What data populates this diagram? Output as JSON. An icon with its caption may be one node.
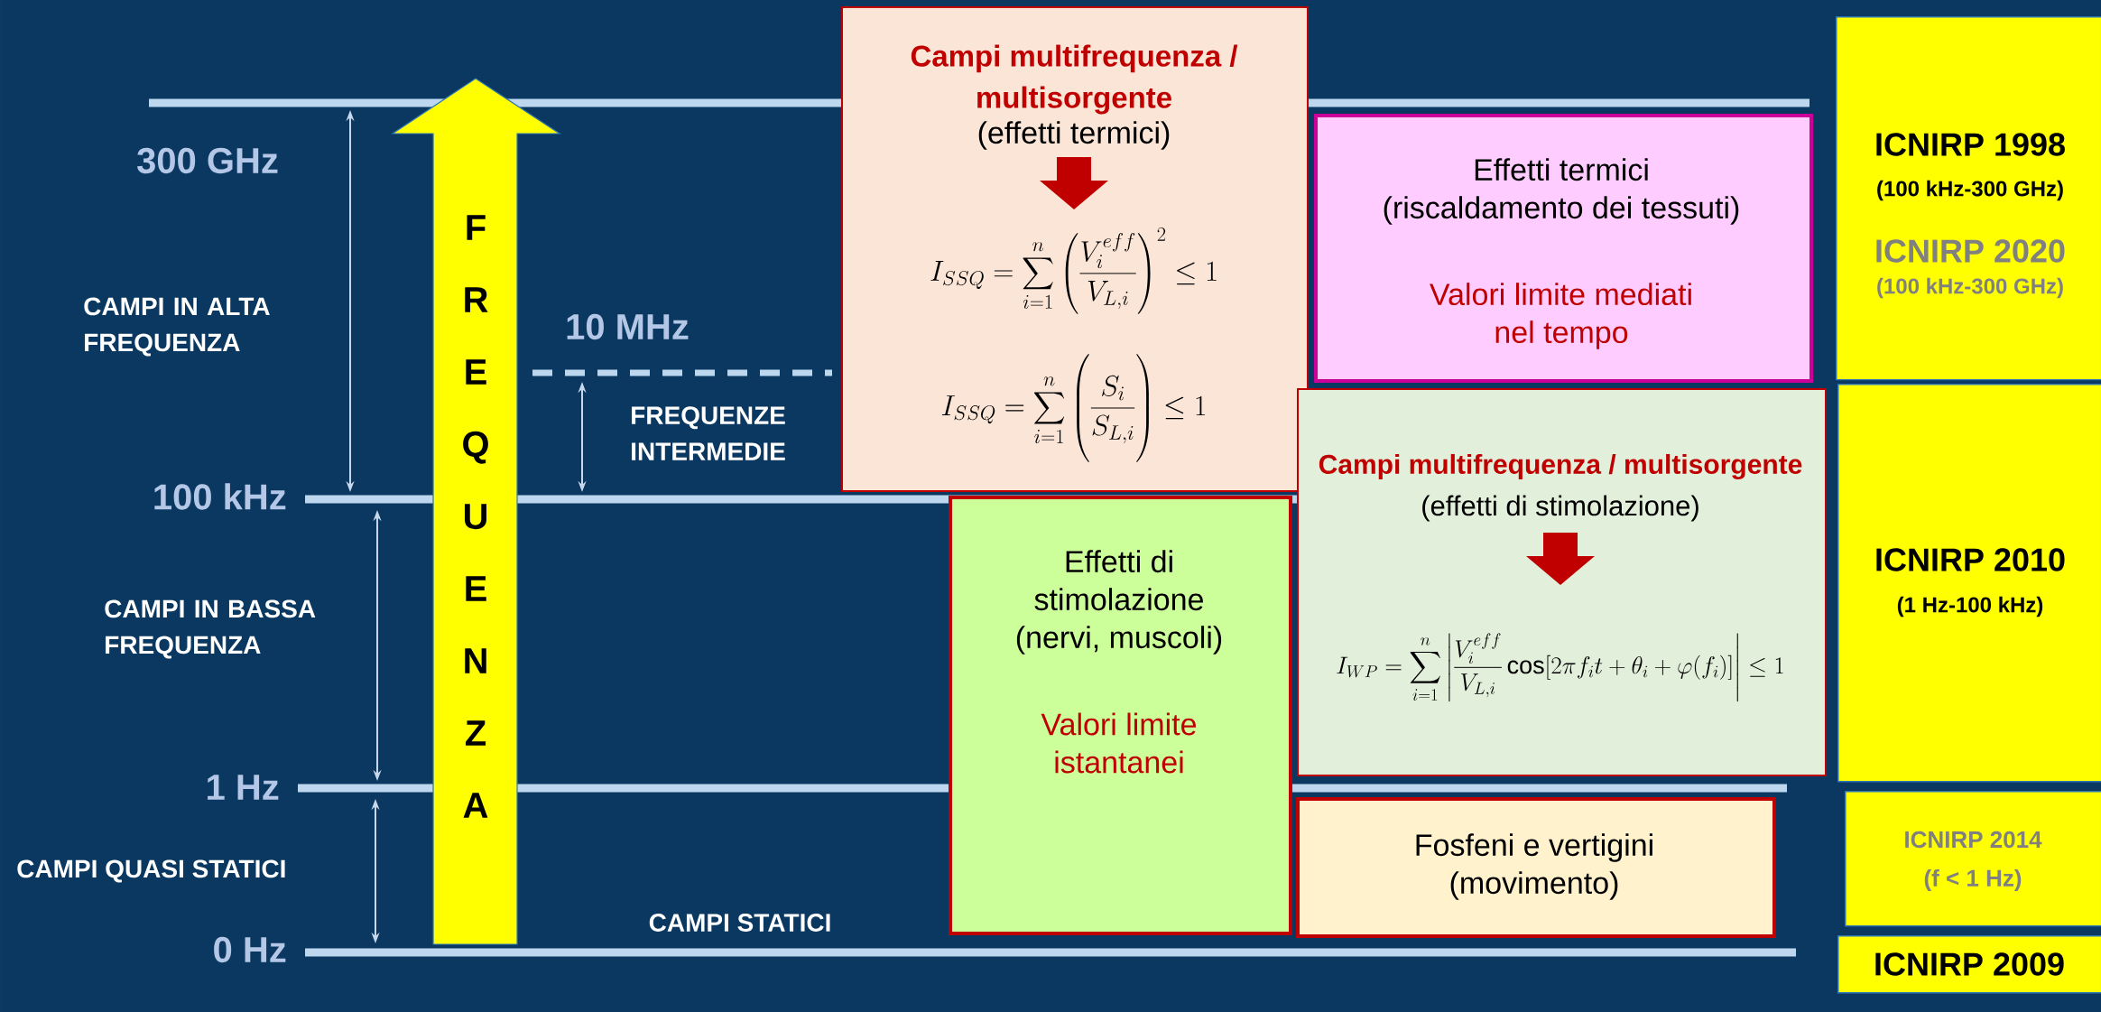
{
  "diagram": {
    "nodes": [
      {
        "text": [
          "Campi multifrequenza / multisorgente",
          "(effetti termici)",
          "I_{SSQ}=\\sum_{i=1}^{n}\\left(\\frac{V_i^{eff}}{V_{L,i}}\\right)^2\\leq 1",
          "I_{SSQ}=\\sum_{i=1}^{n}\\left(\\frac{S_i}{S_{L,i}}\\right)\\leq 1"
        ]
      },
      {
        "text": [
          "Effetti termici (riscaldamento dei tessuti)",
          "Valori limite mediati nel tempo"
        ]
      },
      {
        "text": [
          "Effetti di stimolazione (nervi, muscoli)",
          "Valori limite istantanei"
        ]
      },
      {
        "text": [
          "Campi multifrequenza / multisorgente",
          "(effetti di stimolazione)",
          "I_{WP}=\\sum_{i=1}^{n}\\left|\\frac{V_i^{eff}}{V_{L,i}}\\cos[2\\pi f_i t+\\theta_i+\\varphi(f_i)]\\right|\\leq 1"
        ]
      },
      {
        "text": [
          "Fosfeni e vertigini (movimento)"
        ]
      },
      {
        "text": [
          "ICNIRP 1998",
          "(100 kHz-300 GHz)",
          "ICNIRP 2020",
          "(100 kHz-300 GHz)"
        ]
      },
      {
        "text": [
          "ICNIRP 2010",
          "(1 Hz-100 kHz)"
        ]
      },
      {
        "text": [
          "ICNIRP 2014",
          "(f < 1 Hz)"
        ]
      },
      {
        "text": [
          "ICNIRP 2009"
        ]
      },
      {
        "text": [
          "FREQUENZA"
        ]
      }
    ],
    "labels": [
      "300 GHz",
      "CAMPI IN ALTA FREQUENZA",
      "10 MHz",
      "FREQUENZE INTERMEDIE",
      "100 kHz",
      "CAMPI IN BASSA FREQUENZA",
      "1 Hz",
      "CAMPI QUASI STATICI",
      "0 Hz",
      "CAMPI STATICI"
    ]
  }
}
